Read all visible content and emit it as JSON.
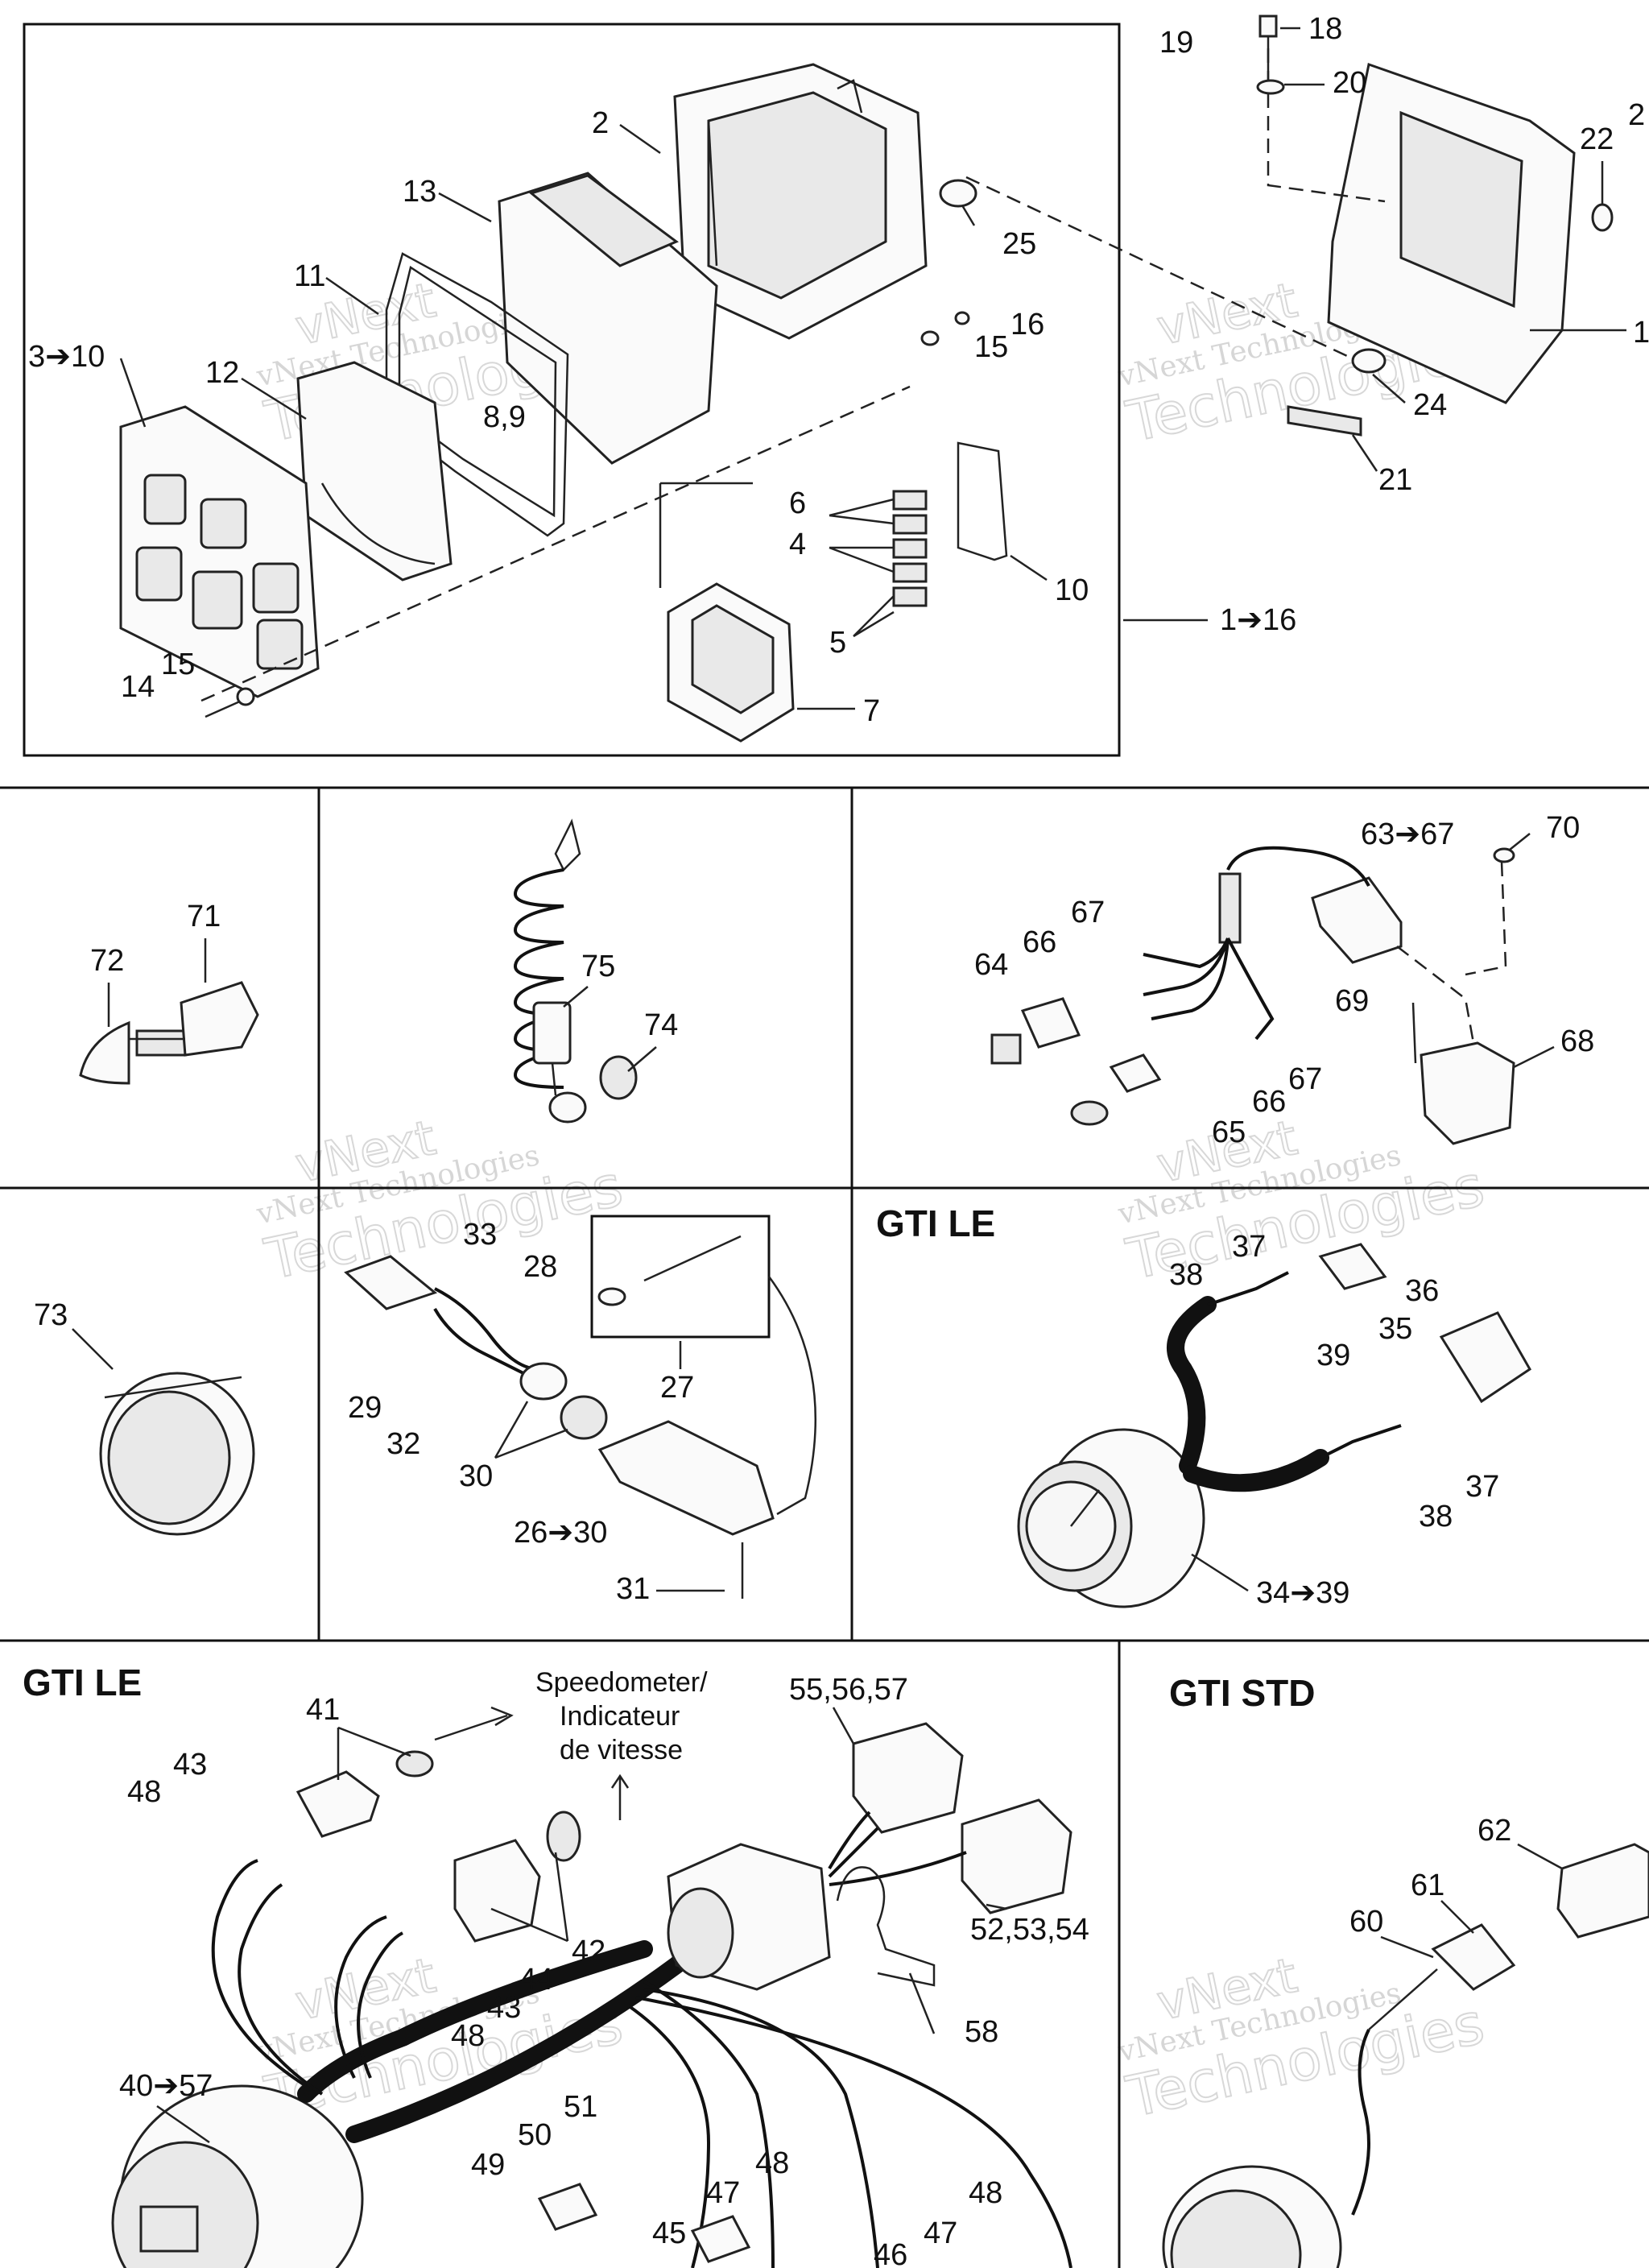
{
  "sections": {
    "gti_le_1": "GTI LE",
    "gti_le_2": "GTI LE",
    "gti_std": "GTI STD"
  },
  "notes": {
    "speedometer": [
      "Speedometer/",
      "Indicateur",
      "de vitesse"
    ]
  },
  "watermark": {
    "line1": "vNext",
    "line2": "vNext Technologies",
    "line3": "Technologies"
  },
  "callouts": {
    "c2": "2",
    "c13": "13",
    "c11": "11",
    "c3_10": "3➔10",
    "c12": "12",
    "c8_9": "8,9",
    "c25": "25",
    "c16": "16",
    "c15a": "15",
    "c15b": "15",
    "c14": "14",
    "c6": "6",
    "c4": "4",
    "c5": "5",
    "c7": "7",
    "c10": "10",
    "c1_16": "1➔16",
    "c18": "18",
    "c19": "19",
    "c20": "20",
    "c22": "22",
    "c2b": "2",
    "c1b": "1",
    "c24": "24",
    "c21": "21",
    "c71": "71",
    "c72": "72",
    "c75": "75",
    "c74": "74",
    "c63_67": "63➔67",
    "c70": "70",
    "c67a": "67",
    "c66a": "66",
    "c64": "64",
    "c69": "69",
    "c68": "68",
    "c67b": "67",
    "c66b": "66",
    "c65": "65",
    "c73": "73",
    "c33": "33",
    "c28": "28",
    "c27": "27",
    "c29": "29",
    "c32": "32",
    "c30": "30",
    "c26_30": "26➔30",
    "c31": "31",
    "c37a": "37",
    "c38a": "38",
    "c36": "36",
    "c35": "35",
    "c39": "39",
    "c37b": "37",
    "c38b": "38",
    "c34_39": "34➔39",
    "c41": "41",
    "c43a": "43",
    "c48a": "48",
    "c55_57": "55,56,57",
    "c52_54": "52,53,54",
    "c42": "42",
    "c44": "44",
    "c43b": "43",
    "c48b": "48",
    "c58": "58",
    "c40_57": "40➔57",
    "c51": "51",
    "c50": "50",
    "c49": "49",
    "c48c": "48",
    "c47a": "47",
    "c48d": "48",
    "c45": "45",
    "c46": "46",
    "c47b": "47",
    "c62": "62",
    "c61": "61",
    "c60": "60"
  }
}
